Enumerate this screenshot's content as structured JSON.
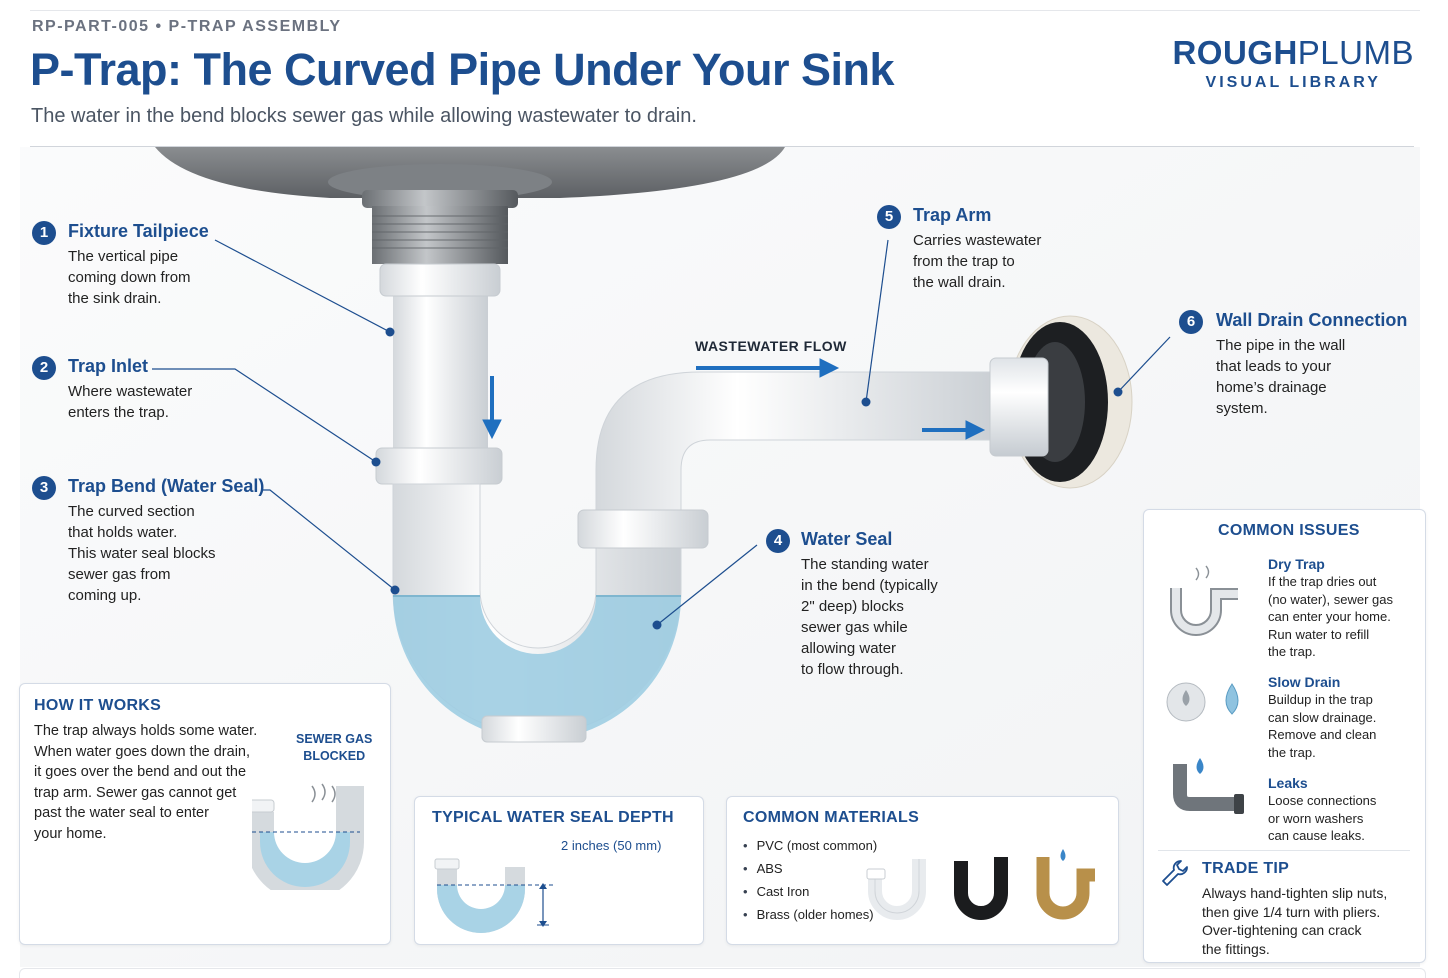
{
  "header": {
    "eyebrow": "RP-PART-005 • P-TRAP ASSEMBLY",
    "title": "P-Trap: The Curved Pipe Under Your Sink",
    "subtitle": "The water in the bend blocks sewer gas while allowing wastewater to drain.",
    "brand_bold": "ROUGH",
    "brand_light": "PLUMB",
    "brand_sub": "VISUAL LIBRARY"
  },
  "diagram": {
    "flow_label": "WASTEWATER FLOW",
    "callouts": [
      {
        "num": "1",
        "title": "Fixture Tailpiece",
        "body": "The vertical pipe\ncoming down from\nthe sink drain."
      },
      {
        "num": "2",
        "title": "Trap Inlet",
        "body": "Where wastewater\nenters the trap."
      },
      {
        "num": "3",
        "title": "Trap Bend (Water Seal)",
        "body": "The curved section\nthat holds water.\nThis water seal blocks\nsewer gas from\ncoming up."
      },
      {
        "num": "4",
        "title": "Water Seal",
        "body": "The standing water\nin the bend (typically\n2\" deep) blocks\nsewer gas while\nallowing water\nto flow through."
      },
      {
        "num": "5",
        "title": "Trap Arm",
        "body": "Carries wastewater\nfrom the trap to\nthe wall drain."
      },
      {
        "num": "6",
        "title": "Wall Drain Connection",
        "body": "The pipe in the wall\nthat leads to your\nhome’s drainage\nsystem."
      }
    ]
  },
  "how_it_works": {
    "heading": "HOW IT WORKS",
    "text": "The trap always holds some water.\nWhen water goes down the drain,\nit goes over the bend and out the\ntrap arm. Sewer gas cannot get\npast the water seal to enter\nyour home.",
    "gas_label_1": "SEWER GAS",
    "gas_label_2": "BLOCKED"
  },
  "seal_depth": {
    "heading": "TYPICAL WATER SEAL DEPTH",
    "value": "2 inches (50 mm)"
  },
  "materials": {
    "heading": "COMMON MATERIALS",
    "items": [
      "PVC (most common)",
      "ABS",
      "Cast Iron",
      "Brass (older homes)"
    ]
  },
  "issues": {
    "heading": "COMMON ISSUES",
    "items": [
      {
        "title": "Dry Trap",
        "text": "If the trap dries out\n(no water), sewer gas\ncan enter your home.\nRun water to refill\nthe trap.",
        "icon": "dry-trap-icon"
      },
      {
        "title": "Slow Drain",
        "text": "Buildup in the trap\ncan slow drainage.\nRemove and clean\nthe trap.",
        "icon": "slow-drain-icon"
      },
      {
        "title": "Leaks",
        "text": "Loose connections\nor worn washers\ncan cause leaks.",
        "icon": "leak-icon"
      }
    ],
    "tip_heading": "TRADE TIP",
    "tip_text": "Always hand-tighten slip nuts,\nthen give 1/4 turn with pliers.\nOver-tightening can crack\nthe fittings.",
    "tip_icon": "wrench-icon"
  },
  "colors": {
    "brand": "#1d4e8f",
    "water": "#a9d3e6",
    "pipe": "#f4f5f6",
    "accent_arrow": "#1f6fbf"
  }
}
